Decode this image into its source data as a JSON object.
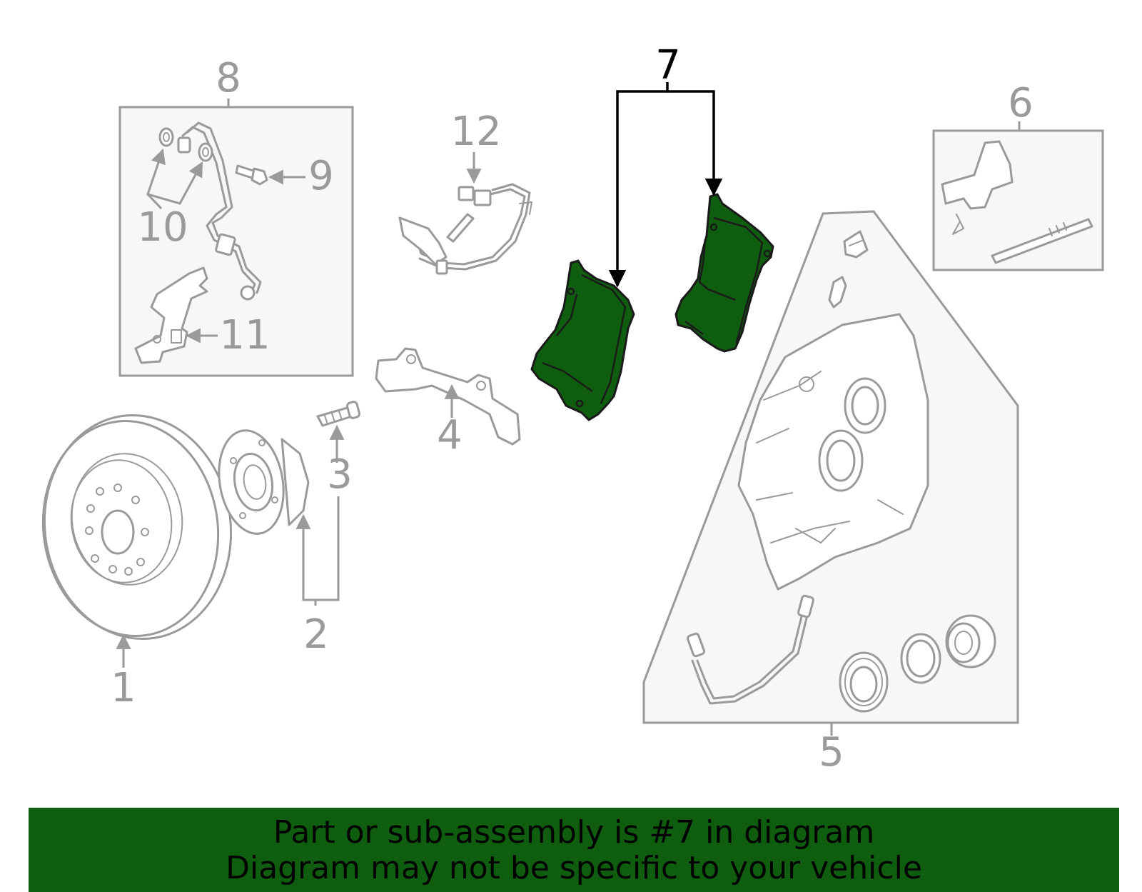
{
  "diagram": {
    "highlighted_part": "7",
    "callouts": [
      {
        "id": "c1",
        "label": "1"
      },
      {
        "id": "c2",
        "label": "2"
      },
      {
        "id": "c3",
        "label": "3"
      },
      {
        "id": "c4",
        "label": "4"
      },
      {
        "id": "c5",
        "label": "5"
      },
      {
        "id": "c6",
        "label": "6"
      },
      {
        "id": "c7",
        "label": "7"
      },
      {
        "id": "c8",
        "label": "8"
      },
      {
        "id": "c9",
        "label": "9"
      },
      {
        "id": "c10",
        "label": "10"
      },
      {
        "id": "c11",
        "label": "11"
      },
      {
        "id": "c12",
        "label": "12"
      }
    ],
    "colors": {
      "highlight": "#0f5e0f",
      "line": "#9a9a9a",
      "group_box": "#f7f7f7"
    }
  },
  "banner": {
    "line1": "Part or sub-assembly is #7 in diagram",
    "line2": "Diagram may not be specific to your vehicle"
  }
}
